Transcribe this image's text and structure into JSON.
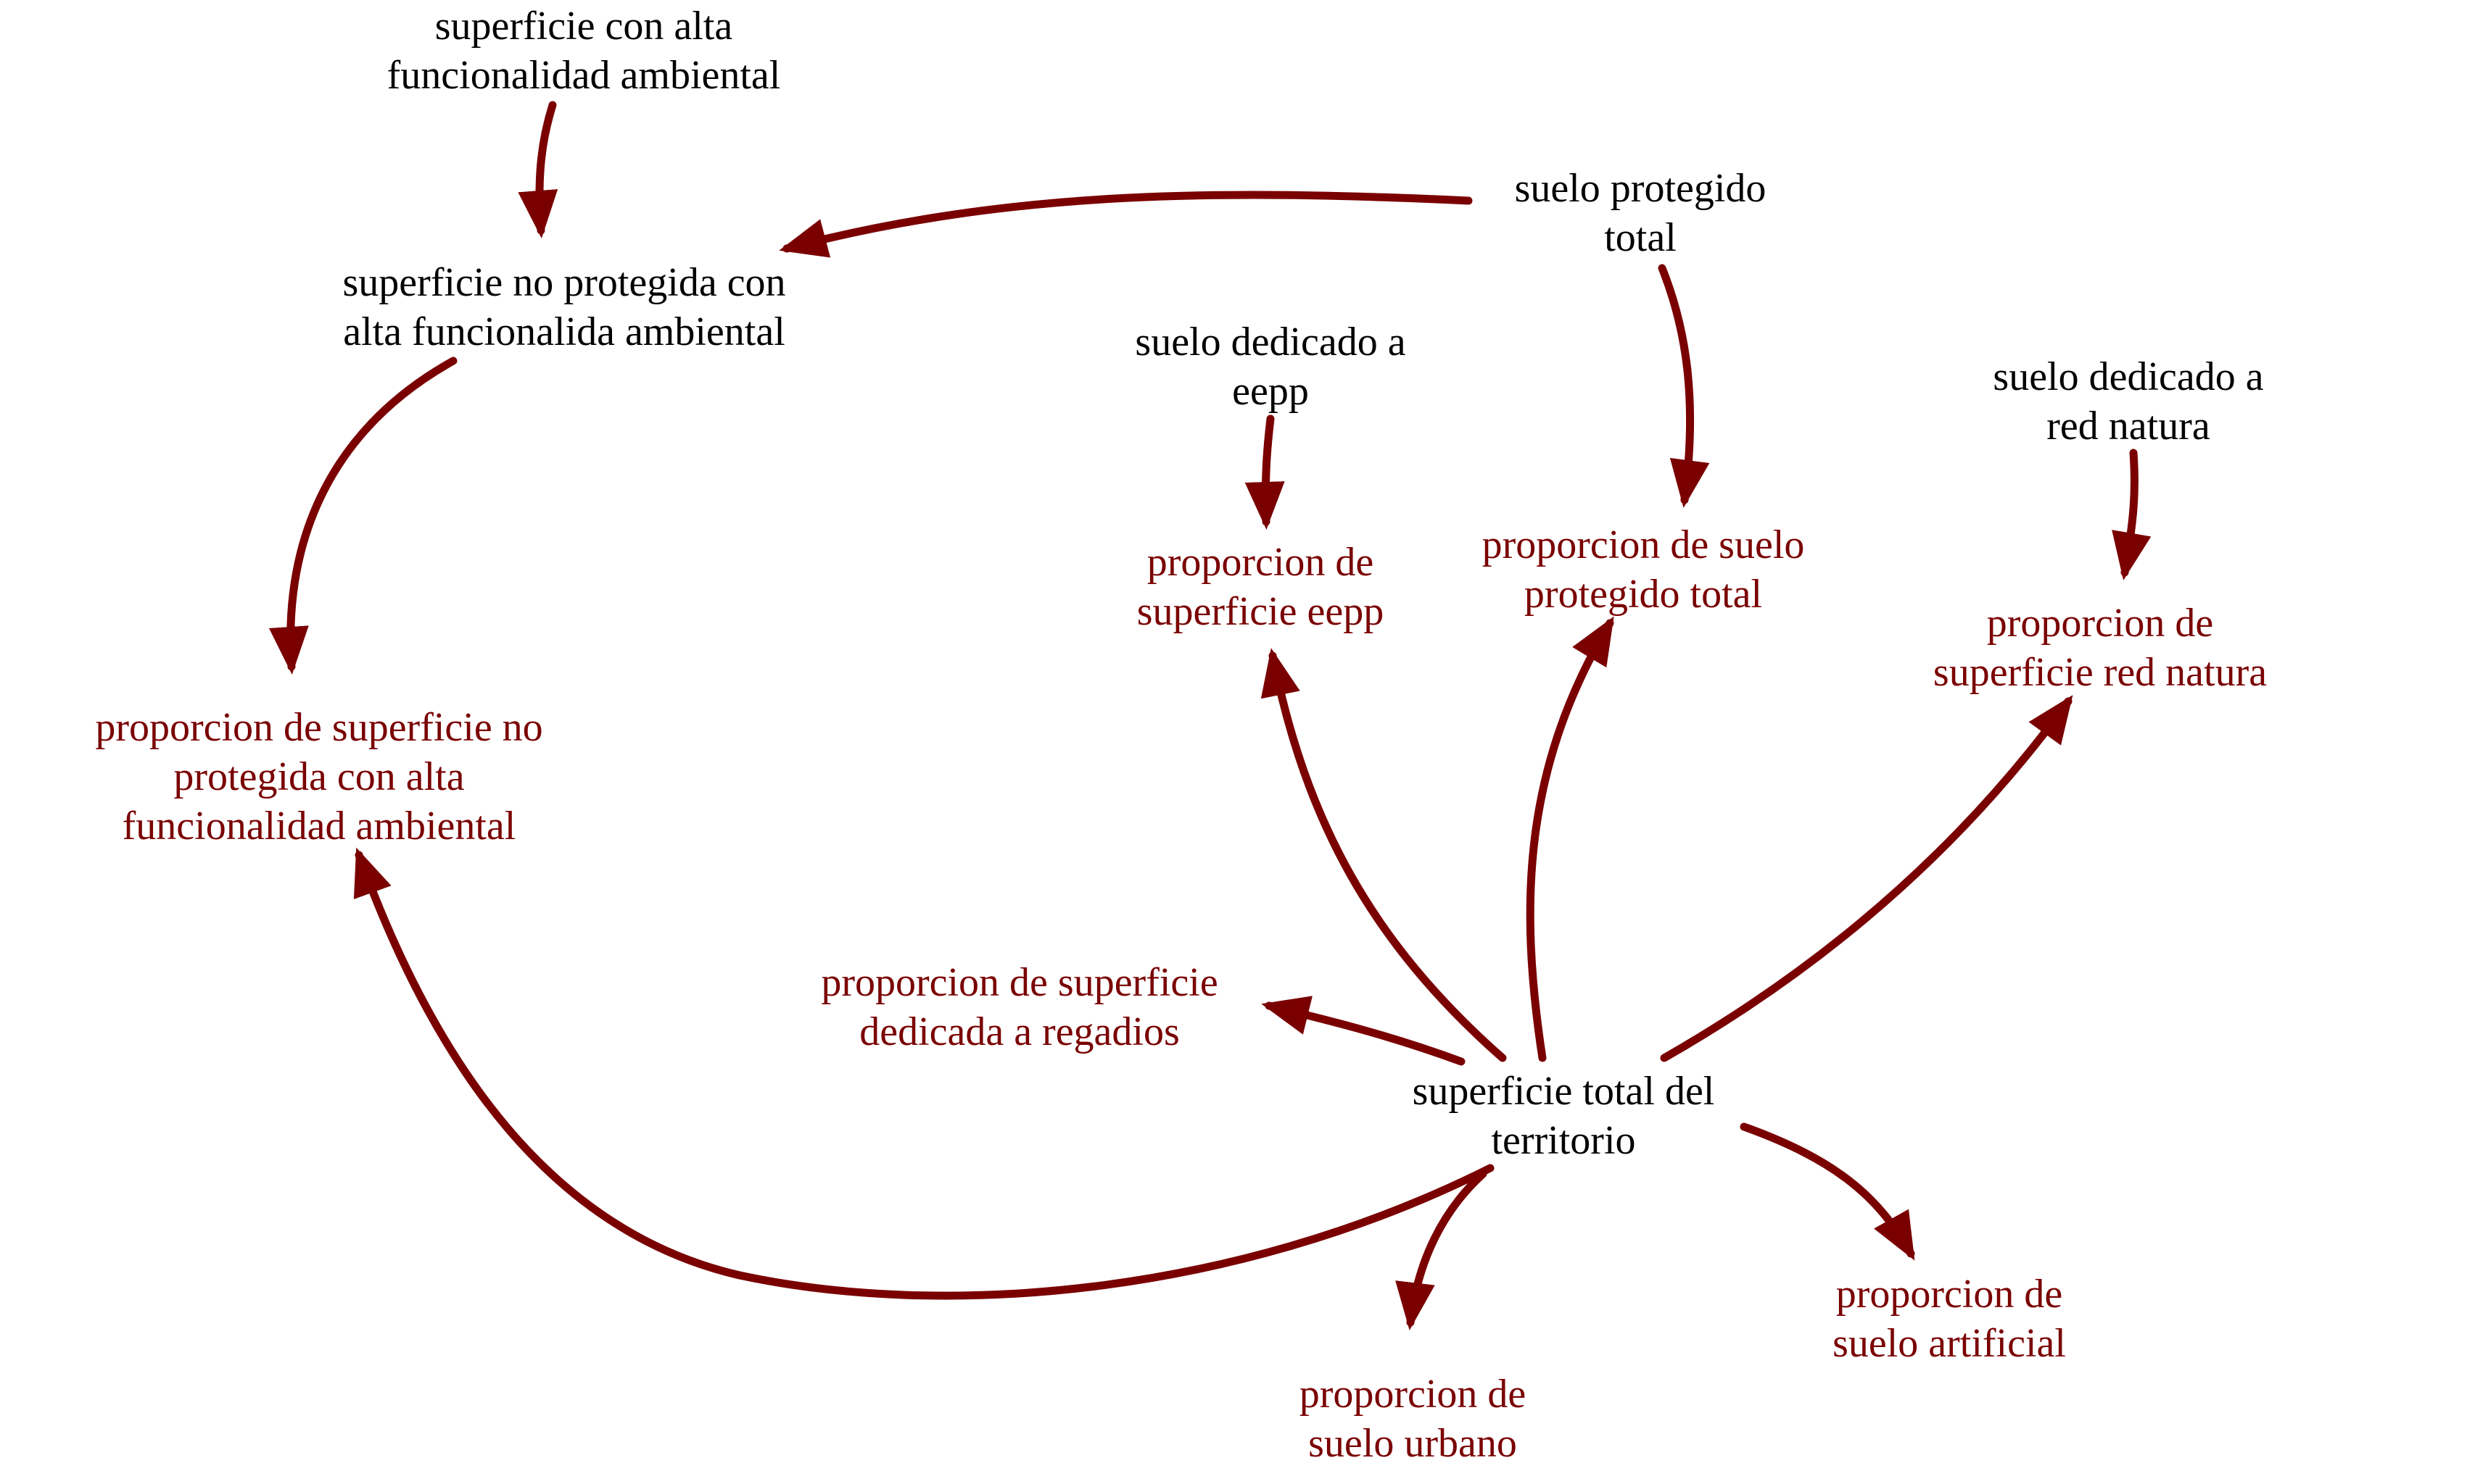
{
  "colors": {
    "arrow": "#7a0000",
    "input_text": "#000000",
    "output_text": "#7a0000",
    "background": "#ffffff"
  },
  "nodes": {
    "sup_alta_func": {
      "lines": [
        "superficie con alta",
        "funcionalidad ambiental"
      ]
    },
    "sup_no_protegida": {
      "lines": [
        "superficie no protegida con",
        "alta funcionalida ambiental"
      ]
    },
    "suelo_protegido_total": {
      "lines": [
        "suelo protegido",
        "total"
      ]
    },
    "suelo_dedicado_eepp": {
      "lines": [
        "suelo dedicado a",
        "eepp"
      ]
    },
    "suelo_dedicado_red_natura": {
      "lines": [
        "suelo dedicado a",
        "red natura"
      ]
    },
    "prop_sup_eepp": {
      "lines": [
        "proporcion de",
        "superficie eepp"
      ]
    },
    "prop_suelo_protegido": {
      "lines": [
        "proporcion de suelo",
        "protegido total"
      ]
    },
    "prop_sup_red_natura": {
      "lines": [
        "proporcion de",
        "superficie red natura"
      ]
    },
    "prop_sup_no_protegida": {
      "lines": [
        "proporcion de superficie no",
        "protegida con alta",
        "funcionalidad ambiental"
      ]
    },
    "prop_sup_regadios": {
      "lines": [
        "proporcion de superficie",
        "dedicada a regadios"
      ]
    },
    "sup_total_territorio": {
      "lines": [
        "superficie total del",
        "territorio"
      ]
    },
    "prop_suelo_artificial": {
      "lines": [
        "proporcion de",
        "suelo artificial"
      ]
    },
    "prop_suelo_urbano": {
      "lines": [
        "proporcion de",
        "suelo urbano"
      ]
    }
  },
  "edges": [
    {
      "from": "sup_alta_func",
      "to": "sup_no_protegida"
    },
    {
      "from": "suelo_protegido_total",
      "to": "sup_no_protegida"
    },
    {
      "from": "suelo_protegido_total",
      "to": "prop_suelo_protegido"
    },
    {
      "from": "suelo_dedicado_eepp",
      "to": "prop_sup_eepp"
    },
    {
      "from": "suelo_dedicado_red_natura",
      "to": "prop_sup_red_natura"
    },
    {
      "from": "sup_no_protegida",
      "to": "prop_sup_no_protegida"
    },
    {
      "from": "sup_total_territorio",
      "to": "prop_sup_eepp"
    },
    {
      "from": "sup_total_territorio",
      "to": "prop_suelo_protegido"
    },
    {
      "from": "sup_total_territorio",
      "to": "prop_sup_red_natura"
    },
    {
      "from": "sup_total_territorio",
      "to": "prop_sup_regadios"
    },
    {
      "from": "sup_total_territorio",
      "to": "prop_sup_no_protegida"
    },
    {
      "from": "sup_total_territorio",
      "to": "prop_suelo_urbano"
    },
    {
      "from": "sup_total_territorio",
      "to": "prop_suelo_artificial"
    }
  ]
}
